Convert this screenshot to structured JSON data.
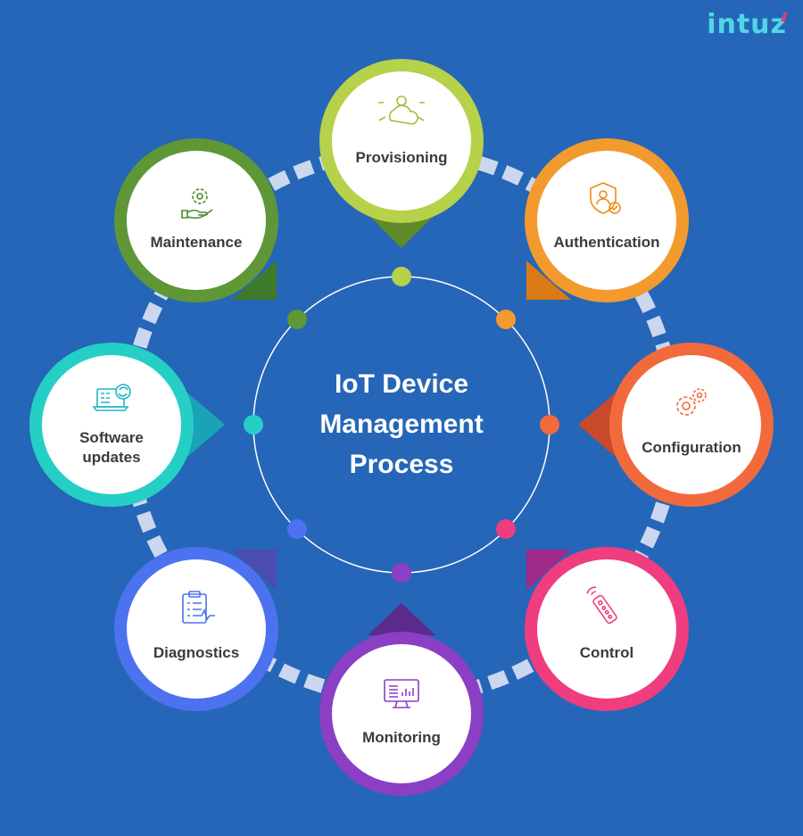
{
  "brand": {
    "logo_main": "intu",
    "logo_last": "z"
  },
  "title": {
    "line1": "IoT Device",
    "line2": "Management",
    "line3": "Process"
  },
  "colors": {
    "background": "#2566b8",
    "provisioning": "#b6d14a",
    "authentication": "#f39a2e",
    "configuration": "#f26a3c",
    "control": "#ef3d7f",
    "monitoring": "#8b3fc4",
    "diagnostics": "#4d72f0",
    "software_updates": "#25cfc5",
    "maintenance": "#5f9737"
  },
  "steps": [
    {
      "id": "provisioning",
      "label": "Provisioning",
      "icon": "cloud-gear-icon"
    },
    {
      "id": "authentication",
      "label": "Authentication",
      "icon": "shield-user-check-icon"
    },
    {
      "id": "configuration",
      "label": "Configuration",
      "icon": "gears-icon"
    },
    {
      "id": "control",
      "label": "Control",
      "icon": "remote-control-icon"
    },
    {
      "id": "monitoring",
      "label": "Monitoring",
      "icon": "monitor-chart-icon"
    },
    {
      "id": "diagnostics",
      "label": "Diagnostics",
      "icon": "clipboard-heartbeat-icon"
    },
    {
      "id": "software_updates",
      "label": "Software updates",
      "icon": "laptop-sync-icon"
    },
    {
      "id": "maintenance",
      "label": "Maintenance",
      "icon": "hand-gear-icon"
    }
  ]
}
